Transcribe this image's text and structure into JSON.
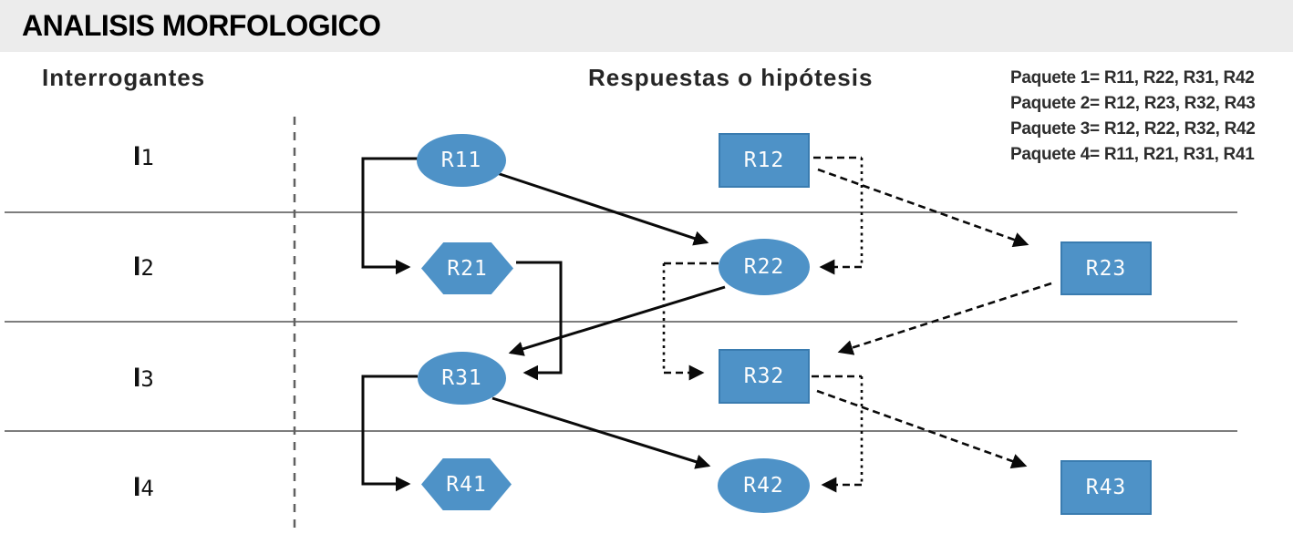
{
  "header": {
    "title": "ANALISIS MORFOLOGICO"
  },
  "columns": {
    "left": "Interrogantes",
    "right": "Respuestas o hipótesis"
  },
  "packages": [
    "Paquete 1= R11, R22, R31, R42",
    "Paquete 2= R12, R23, R32, R43",
    "Paquete 3= R12, R22, R32, R42",
    "Paquete 4= R11, R21, R31, R41"
  ],
  "interrogantes": [
    {
      "symbol": "I",
      "index": "1"
    },
    {
      "symbol": "I",
      "index": "2"
    },
    {
      "symbol": "I",
      "index": "3"
    },
    {
      "symbol": "I",
      "index": "4"
    }
  ],
  "nodes": [
    {
      "id": "R11",
      "label": "R11",
      "shape": "ellipse",
      "row": 1
    },
    {
      "id": "R12",
      "label": "R12",
      "shape": "rectangle",
      "row": 1
    },
    {
      "id": "R21",
      "label": "R21",
      "shape": "hexagon",
      "row": 2
    },
    {
      "id": "R22",
      "label": "R22",
      "shape": "ellipse",
      "row": 2
    },
    {
      "id": "R23",
      "label": "R23",
      "shape": "rectangle",
      "row": 2
    },
    {
      "id": "R31",
      "label": "R31",
      "shape": "ellipse",
      "row": 3
    },
    {
      "id": "R32",
      "label": "R32",
      "shape": "rectangle",
      "row": 3
    },
    {
      "id": "R41",
      "label": "R41",
      "shape": "hexagon",
      "row": 4
    },
    {
      "id": "R42",
      "label": "R42",
      "shape": "ellipse",
      "row": 4
    },
    {
      "id": "R43",
      "label": "R43",
      "shape": "rectangle",
      "row": 4
    }
  ],
  "edges": [
    {
      "from": "R11",
      "to": "R21",
      "style": "solid"
    },
    {
      "from": "R11",
      "to": "R22",
      "style": "solid"
    },
    {
      "from": "R21",
      "to": "R31",
      "style": "solid"
    },
    {
      "from": "R22",
      "to": "R31",
      "style": "solid"
    },
    {
      "from": "R31",
      "to": "R41",
      "style": "solid"
    },
    {
      "from": "R31",
      "to": "R42",
      "style": "solid"
    },
    {
      "from": "R12",
      "to": "R22",
      "style": "dashed"
    },
    {
      "from": "R12",
      "to": "R23",
      "style": "dashed"
    },
    {
      "from": "R23",
      "to": "R32",
      "style": "dashed"
    },
    {
      "from": "R22",
      "to": "R32",
      "style": "dashed"
    },
    {
      "from": "R32",
      "to": "R42",
      "style": "dashed"
    },
    {
      "from": "R32",
      "to": "R43",
      "style": "dashed"
    }
  ],
  "colors": {
    "node_fill": "#4E92C7",
    "node_border": "#3A7CB0",
    "node_text": "#FDFDFD",
    "header_bg": "#ECECEC",
    "header_text": "#000000",
    "heading_text": "#262626",
    "package_text": "#2D2D2D",
    "row_line": "#7D7D7D",
    "divider_line": "#606060",
    "arrow": "#0A0A0A"
  }
}
